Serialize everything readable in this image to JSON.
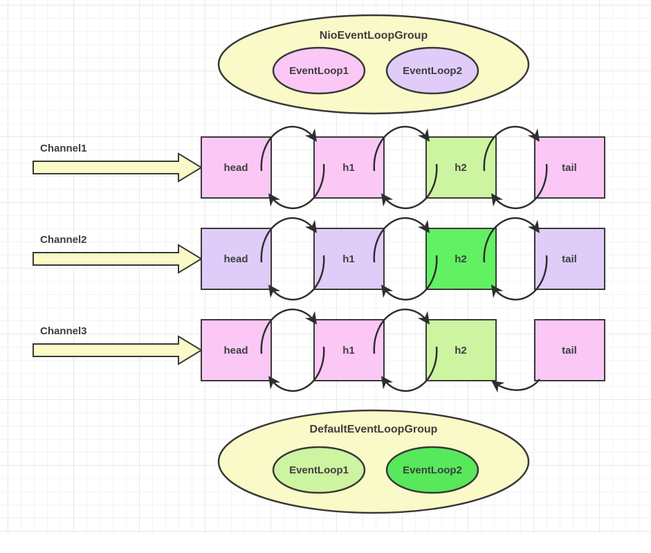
{
  "colors": {
    "group_fill": "#FAFAC8",
    "arrow_fill": "#FAFAC8",
    "stroke": "#383838",
    "text": "#3E3E3E",
    "pink": "#FBC8F6",
    "lavender": "#DFCCF8",
    "light_green": "#CDF4A1",
    "bright_green": "#62F162",
    "deep_green": "#57E85B"
  },
  "top_group": {
    "label": "NioEventLoopGroup",
    "event_loops": [
      {
        "label": "EventLoop1",
        "color": "#FBC8F6"
      },
      {
        "label": "EventLoop2",
        "color": "#DFCCF8"
      }
    ]
  },
  "bottom_group": {
    "label": "DefaultEventLoopGroup",
    "event_loops": [
      {
        "label": "EventLoop1",
        "color": "#CDF4A1"
      },
      {
        "label": "EventLoop2",
        "color": "#57E85B"
      }
    ]
  },
  "channels": [
    {
      "label": "Channel1",
      "handlers": [
        {
          "label": "head",
          "color": "#FBC8F6"
        },
        {
          "label": "h1",
          "color": "#FBC8F6"
        },
        {
          "label": "h2",
          "color": "#CDF4A1"
        },
        {
          "label": "tail",
          "color": "#FBC8F6"
        }
      ]
    },
    {
      "label": "Channel2",
      "handlers": [
        {
          "label": "head",
          "color": "#DFCCF8"
        },
        {
          "label": "h1",
          "color": "#DFCCF8"
        },
        {
          "label": "h2",
          "color": "#62F162"
        },
        {
          "label": "tail",
          "color": "#DFCCF8"
        }
      ]
    },
    {
      "label": "Channel3",
      "handlers": [
        {
          "label": "head",
          "color": "#FBC8F6"
        },
        {
          "label": "h1",
          "color": "#FBC8F6"
        },
        {
          "label": "h2",
          "color": "#CDF4A1"
        },
        {
          "label": "tail",
          "color": "#FBC8F6"
        }
      ]
    }
  ]
}
